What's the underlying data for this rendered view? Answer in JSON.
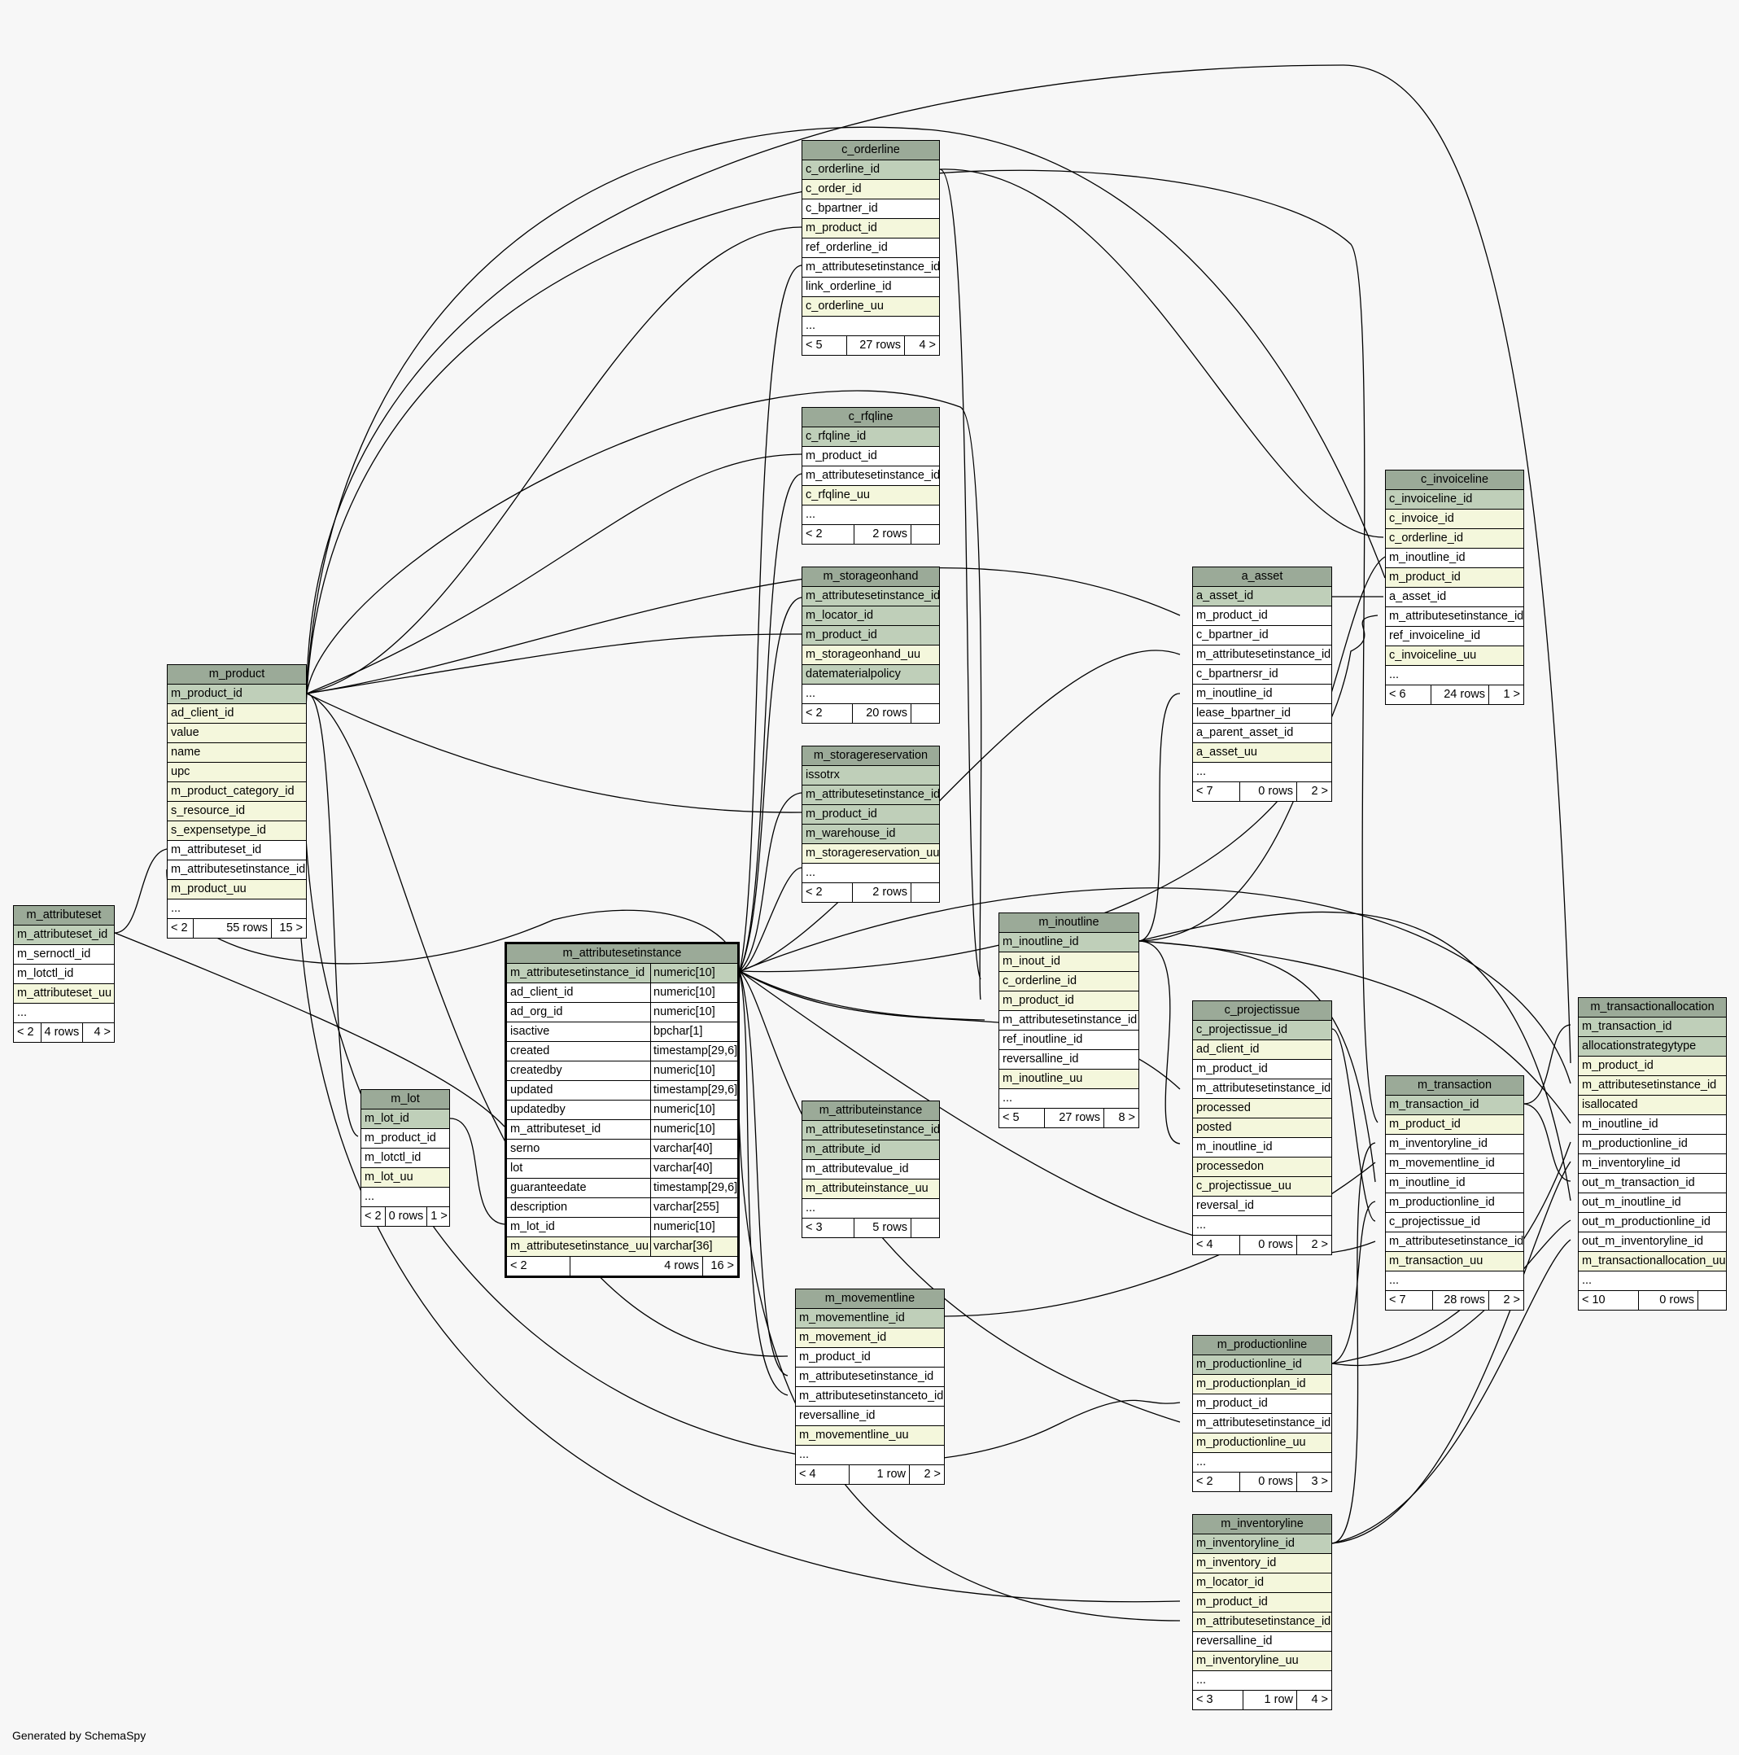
{
  "footer": "Generated by SchemaSpy",
  "tables": [
    {
      "id": "m_attributeset",
      "title": "m_attributeset",
      "cols": [
        [
          "m_attributeset_id",
          "pk"
        ],
        [
          "m_sernoctl_id",
          "plain"
        ],
        [
          "m_lotctl_id",
          "plain"
        ],
        [
          "m_attributeset_uu",
          "idx"
        ],
        [
          "...",
          "plain"
        ]
      ],
      "footer": [
        "< 2",
        "4 rows",
        "4 >"
      ]
    },
    {
      "id": "m_product",
      "title": "m_product",
      "cols": [
        [
          "m_product_id",
          "pk"
        ],
        [
          "ad_client_id",
          "idx"
        ],
        [
          "value",
          "idx"
        ],
        [
          "name",
          "idx"
        ],
        [
          "upc",
          "idx"
        ],
        [
          "m_product_category_id",
          "idx"
        ],
        [
          "s_resource_id",
          "idx"
        ],
        [
          "s_expensetype_id",
          "idx"
        ],
        [
          "m_attributeset_id",
          "plain"
        ],
        [
          "m_attributesetinstance_id",
          "plain"
        ],
        [
          "m_product_uu",
          "idx"
        ],
        [
          "...",
          "plain"
        ]
      ],
      "footer": [
        "< 2",
        "55 rows",
        "15 >"
      ]
    },
    {
      "id": "m_lot",
      "title": "m_lot",
      "cols": [
        [
          "m_lot_id",
          "pk"
        ],
        [
          "m_product_id",
          "plain"
        ],
        [
          "m_lotctl_id",
          "plain"
        ],
        [
          "m_lot_uu",
          "idx"
        ],
        [
          "...",
          "plain"
        ]
      ],
      "footer": [
        "< 2",
        "0 rows",
        "1 >"
      ]
    },
    {
      "id": "m_attributesetinstance",
      "title": "m_attributesetinstance",
      "cols": [
        [
          "m_attributesetinstance_id",
          "pk",
          "numeric[10]"
        ],
        [
          "ad_client_id",
          "plain",
          "numeric[10]"
        ],
        [
          "ad_org_id",
          "plain",
          "numeric[10]"
        ],
        [
          "isactive",
          "plain",
          "bpchar[1]"
        ],
        [
          "created",
          "plain",
          "timestamp[29,6]"
        ],
        [
          "createdby",
          "plain",
          "numeric[10]"
        ],
        [
          "updated",
          "plain",
          "timestamp[29,6]"
        ],
        [
          "updatedby",
          "plain",
          "numeric[10]"
        ],
        [
          "m_attributeset_id",
          "plain",
          "numeric[10]"
        ],
        [
          "serno",
          "plain",
          "varchar[40]"
        ],
        [
          "lot",
          "plain",
          "varchar[40]"
        ],
        [
          "guaranteedate",
          "plain",
          "timestamp[29,6]"
        ],
        [
          "description",
          "plain",
          "varchar[255]"
        ],
        [
          "m_lot_id",
          "plain",
          "numeric[10]"
        ],
        [
          "m_attributesetinstance_uu",
          "idx",
          "varchar[36]"
        ]
      ],
      "footer": [
        "< 2",
        "4 rows",
        "16 >"
      ]
    },
    {
      "id": "c_orderline",
      "title": "c_orderline",
      "cols": [
        [
          "c_orderline_id",
          "pk"
        ],
        [
          "c_order_id",
          "idx"
        ],
        [
          "c_bpartner_id",
          "plain"
        ],
        [
          "m_product_id",
          "idx"
        ],
        [
          "ref_orderline_id",
          "plain"
        ],
        [
          "m_attributesetinstance_id",
          "plain"
        ],
        [
          "link_orderline_id",
          "plain"
        ],
        [
          "c_orderline_uu",
          "idx"
        ],
        [
          "...",
          "plain"
        ]
      ],
      "footer": [
        "< 5",
        "27 rows",
        "4 >"
      ]
    },
    {
      "id": "c_rfqline",
      "title": "c_rfqline",
      "cols": [
        [
          "c_rfqline_id",
          "pk"
        ],
        [
          "m_product_id",
          "plain"
        ],
        [
          "m_attributesetinstance_id",
          "plain"
        ],
        [
          "c_rfqline_uu",
          "idx"
        ],
        [
          "...",
          "plain"
        ]
      ],
      "footer": [
        "< 2",
        "2 rows",
        ""
      ]
    },
    {
      "id": "m_storageonhand",
      "title": "m_storageonhand",
      "cols": [
        [
          "m_attributesetinstance_id",
          "pk"
        ],
        [
          "m_locator_id",
          "pk"
        ],
        [
          "m_product_id",
          "pk"
        ],
        [
          "m_storageonhand_uu",
          "idx"
        ],
        [
          "datematerialpolicy",
          "pk"
        ],
        [
          "...",
          "plain"
        ]
      ],
      "footer": [
        "< 2",
        "20 rows",
        ""
      ]
    },
    {
      "id": "m_storagereservation",
      "title": "m_storagereservation",
      "cols": [
        [
          "issotrx",
          "pk"
        ],
        [
          "m_attributesetinstance_id",
          "pk"
        ],
        [
          "m_product_id",
          "pk"
        ],
        [
          "m_warehouse_id",
          "pk"
        ],
        [
          "m_storagereservation_uu",
          "idx"
        ],
        [
          "...",
          "plain"
        ]
      ],
      "footer": [
        "< 2",
        "2 rows",
        ""
      ]
    },
    {
      "id": "m_attributeinstance",
      "title": "m_attributeinstance",
      "cols": [
        [
          "m_attributesetinstance_id",
          "pk"
        ],
        [
          "m_attribute_id",
          "pk"
        ],
        [
          "m_attributevalue_id",
          "plain"
        ],
        [
          "m_attributeinstance_uu",
          "idx"
        ],
        [
          "...",
          "plain"
        ]
      ],
      "footer": [
        "< 3",
        "5 rows",
        ""
      ]
    },
    {
      "id": "m_movementline",
      "title": "m_movementline",
      "cols": [
        [
          "m_movementline_id",
          "pk"
        ],
        [
          "m_movement_id",
          "idx"
        ],
        [
          "m_product_id",
          "plain"
        ],
        [
          "m_attributesetinstance_id",
          "plain"
        ],
        [
          "m_attributesetinstanceto_id",
          "plain"
        ],
        [
          "reversalline_id",
          "plain"
        ],
        [
          "m_movementline_uu",
          "idx"
        ],
        [
          "...",
          "plain"
        ]
      ],
      "footer": [
        "< 4",
        "1 row",
        "2 >"
      ]
    },
    {
      "id": "m_inoutline",
      "title": "m_inoutline",
      "cols": [
        [
          "m_inoutline_id",
          "pk"
        ],
        [
          "m_inout_id",
          "idx"
        ],
        [
          "c_orderline_id",
          "idx"
        ],
        [
          "m_product_id",
          "idx"
        ],
        [
          "m_attributesetinstance_id",
          "plain"
        ],
        [
          "ref_inoutline_id",
          "plain"
        ],
        [
          "reversalline_id",
          "plain"
        ],
        [
          "m_inoutline_uu",
          "idx"
        ],
        [
          "...",
          "plain"
        ]
      ],
      "footer": [
        "< 5",
        "27 rows",
        "8 >"
      ]
    },
    {
      "id": "a_asset",
      "title": "a_asset",
      "cols": [
        [
          "a_asset_id",
          "pk"
        ],
        [
          "m_product_id",
          "plain"
        ],
        [
          "c_bpartner_id",
          "plain"
        ],
        [
          "m_attributesetinstance_id",
          "plain"
        ],
        [
          "c_bpartnersr_id",
          "plain"
        ],
        [
          "m_inoutline_id",
          "plain"
        ],
        [
          "lease_bpartner_id",
          "plain"
        ],
        [
          "a_parent_asset_id",
          "plain"
        ],
        [
          "a_asset_uu",
          "idx"
        ],
        [
          "...",
          "plain"
        ]
      ],
      "footer": [
        "< 7",
        "0 rows",
        "2 >"
      ]
    },
    {
      "id": "c_projectissue",
      "title": "c_projectissue",
      "cols": [
        [
          "c_projectissue_id",
          "pk"
        ],
        [
          "ad_client_id",
          "idx"
        ],
        [
          "m_product_id",
          "plain"
        ],
        [
          "m_attributesetinstance_id",
          "plain"
        ],
        [
          "processed",
          "idx"
        ],
        [
          "posted",
          "idx"
        ],
        [
          "m_inoutline_id",
          "plain"
        ],
        [
          "processedon",
          "idx"
        ],
        [
          "c_projectissue_uu",
          "idx"
        ],
        [
          "reversal_id",
          "plain"
        ],
        [
          "...",
          "plain"
        ]
      ],
      "footer": [
        "< 4",
        "0 rows",
        "2 >"
      ]
    },
    {
      "id": "m_productionline",
      "title": "m_productionline",
      "cols": [
        [
          "m_productionline_id",
          "pk"
        ],
        [
          "m_productionplan_id",
          "idx"
        ],
        [
          "m_product_id",
          "plain"
        ],
        [
          "m_attributesetinstance_id",
          "plain"
        ],
        [
          "m_productionline_uu",
          "idx"
        ],
        [
          "...",
          "plain"
        ]
      ],
      "footer": [
        "< 2",
        "0 rows",
        "3 >"
      ]
    },
    {
      "id": "m_inventoryline",
      "title": "m_inventoryline",
      "cols": [
        [
          "m_inventoryline_id",
          "pk"
        ],
        [
          "m_inventory_id",
          "idx"
        ],
        [
          "m_locator_id",
          "idx"
        ],
        [
          "m_product_id",
          "idx"
        ],
        [
          "m_attributesetinstance_id",
          "idx"
        ],
        [
          "reversalline_id",
          "plain"
        ],
        [
          "m_inventoryline_uu",
          "idx"
        ],
        [
          "...",
          "plain"
        ]
      ],
      "footer": [
        "< 3",
        "1 row",
        "4 >"
      ]
    },
    {
      "id": "c_invoiceline",
      "title": "c_invoiceline",
      "cols": [
        [
          "c_invoiceline_id",
          "pk"
        ],
        [
          "c_invoice_id",
          "idx"
        ],
        [
          "c_orderline_id",
          "idx"
        ],
        [
          "m_inoutline_id",
          "plain"
        ],
        [
          "m_product_id",
          "idx"
        ],
        [
          "a_asset_id",
          "plain"
        ],
        [
          "m_attributesetinstance_id",
          "plain"
        ],
        [
          "ref_invoiceline_id",
          "plain"
        ],
        [
          "c_invoiceline_uu",
          "idx"
        ],
        [
          "...",
          "plain"
        ]
      ],
      "footer": [
        "< 6",
        "24 rows",
        "1 >"
      ]
    },
    {
      "id": "m_transaction",
      "title": "m_transaction",
      "cols": [
        [
          "m_transaction_id",
          "pk"
        ],
        [
          "m_product_id",
          "idx"
        ],
        [
          "m_inventoryline_id",
          "plain"
        ],
        [
          "m_movementline_id",
          "plain"
        ],
        [
          "m_inoutline_id",
          "plain"
        ],
        [
          "m_productionline_id",
          "plain"
        ],
        [
          "c_projectissue_id",
          "plain"
        ],
        [
          "m_attributesetinstance_id",
          "plain"
        ],
        [
          "m_transaction_uu",
          "idx"
        ],
        [
          "...",
          "plain"
        ]
      ],
      "footer": [
        "< 7",
        "28 rows",
        "2 >"
      ]
    },
    {
      "id": "m_transactionallocation",
      "title": "m_transactionallocation",
      "cols": [
        [
          "m_transaction_id",
          "pk"
        ],
        [
          "allocationstrategytype",
          "pk"
        ],
        [
          "m_product_id",
          "idx"
        ],
        [
          "m_attributesetinstance_id",
          "idx"
        ],
        [
          "isallocated",
          "idx"
        ],
        [
          "m_inoutline_id",
          "plain"
        ],
        [
          "m_productionline_id",
          "plain"
        ],
        [
          "m_inventoryline_id",
          "plain"
        ],
        [
          "out_m_transaction_id",
          "plain"
        ],
        [
          "out_m_inoutline_id",
          "plain"
        ],
        [
          "out_m_productionline_id",
          "plain"
        ],
        [
          "out_m_inventoryline_id",
          "plain"
        ],
        [
          "m_transactionallocation_uu",
          "idx"
        ],
        [
          "...",
          "plain"
        ]
      ],
      "footer": [
        "< 10",
        "0 rows",
        ""
      ]
    }
  ]
}
